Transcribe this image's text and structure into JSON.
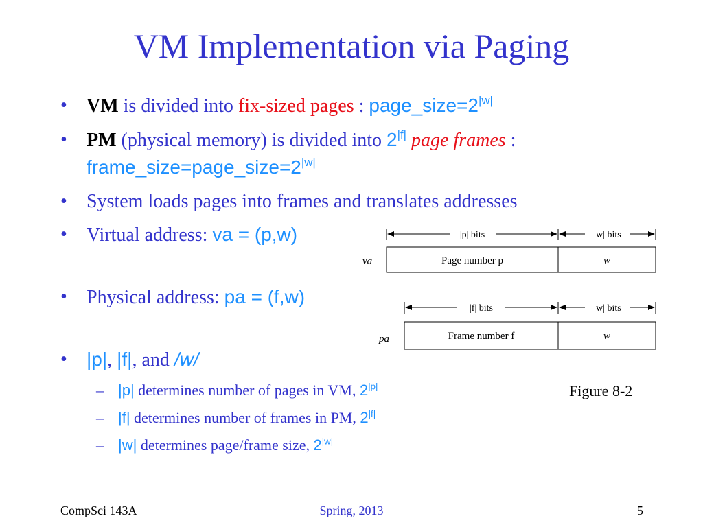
{
  "slide": {
    "title": "VM Implementation via Paging",
    "bullets": {
      "b1": {
        "vm": "VM",
        "text1": " is divided into ",
        "red": "fix-sized pages",
        "text2": " : ",
        "formula": "page_size=2",
        "sup": "|w|"
      },
      "b2": {
        "pm": "PM",
        "text1": " (physical memory) is divided into ",
        "two": "2",
        "sup": "|f|",
        "red": "page frames",
        "text2": " :",
        "formula": "frame_size=page_size=2",
        "sup2": "|w|"
      },
      "b3": {
        "text": "System loads pages into frames and translates addresses"
      },
      "b4": {
        "text": "Virtual address: ",
        "formula": "va = (p,w)"
      },
      "b5": {
        "text": "Physical address: ",
        "formula": "pa = (f,w)"
      },
      "b6": {
        "p": "|p|",
        "c1": ", ",
        "f": "|f|",
        "c2": ", and ",
        "w": "/w/"
      }
    },
    "subs": [
      {
        "sym": "|p|",
        "text": " determines number of pages in VM, ",
        "two": "2",
        "sup": "|p|"
      },
      {
        "sym": "|f|",
        "text": " determines number of frames in PM, ",
        "two": "2",
        "sup": "|f|"
      },
      {
        "sym": "|w|",
        "text": " determines page/frame size, ",
        "two": "2",
        "sup": "|w|"
      }
    ],
    "bullet_glyph": "•",
    "dash_glyph": "–",
    "figure": {
      "va_label": "va",
      "va_p_bits": "|p| bits",
      "va_w_bits": "|w| bits",
      "va_page_number": "Page number p",
      "va_w": "w",
      "pa_label": "pa",
      "pa_f_bits": "|f| bits",
      "pa_w_bits": "|w| bits",
      "pa_frame_number": "Frame number f",
      "pa_w": "w",
      "caption": "Figure 8-2"
    },
    "footer": {
      "left": "CompSci 143A",
      "center": "Spring, 2013",
      "page": "5"
    },
    "colors": {
      "title": "#3333cc",
      "formula": "#1e90ff",
      "emphasis": "#e8101a"
    }
  }
}
